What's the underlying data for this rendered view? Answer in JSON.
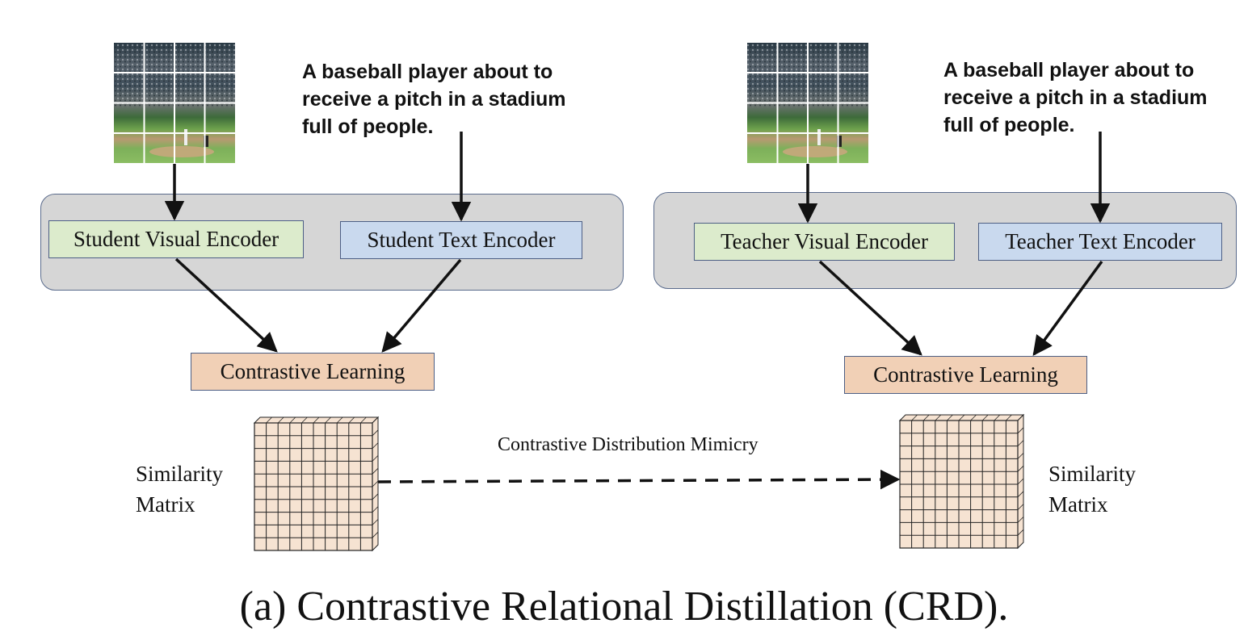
{
  "student": {
    "caption_line1": "A baseball player about to",
    "caption_line2": "receive a pitch in a stadium",
    "caption_line3": "full of people.",
    "visual_encoder": "Student Visual Encoder",
    "text_encoder": "Student Text Encoder",
    "contrastive": "Contrastive Learning",
    "sim_line1": "Similarity",
    "sim_line2": "Matrix"
  },
  "teacher": {
    "caption_line1": "A baseball player about to",
    "caption_line2": "receive a pitch in a stadium",
    "caption_line3": "full of people.",
    "visual_encoder": "Teacher Visual Encoder",
    "text_encoder": "Teacher Text Encoder",
    "contrastive": "Contrastive Learning",
    "sim_line1": "Similarity",
    "sim_line2": "Matrix"
  },
  "mimicry_label": "Contrastive Distribution Mimicry",
  "figure_caption": "(a) Contrastive Relational Distillation (CRD).",
  "colors": {
    "visual_fill": "#dcebcc",
    "text_fill": "#c9d9ee",
    "contrastive_fill": "#f1d0b6",
    "group_fill": "#d6d6d6",
    "matrix_fill": "#f6e3d2"
  }
}
